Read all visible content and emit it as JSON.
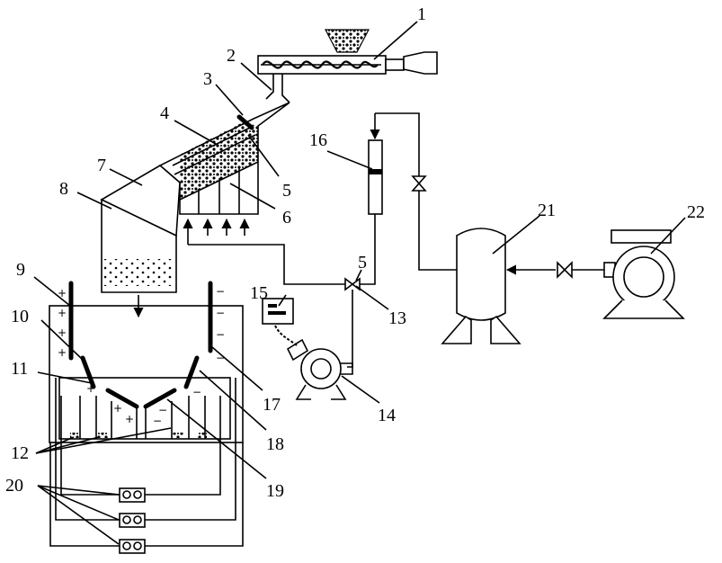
{
  "labels": {
    "l1": "1",
    "l2": "2",
    "l3": "3",
    "l4": "4",
    "l5a": "5",
    "l5b": "5",
    "l6": "6",
    "l7": "7",
    "l8": "8",
    "l9": "9",
    "l10": "10",
    "l11": "11",
    "l12": "12",
    "l13": "13",
    "l14": "14",
    "l15": "15",
    "l16": "16",
    "l17": "17",
    "l18": "18",
    "l19": "19",
    "l20": "20",
    "l21": "21",
    "l22": "22"
  },
  "signs": {
    "plus": "+",
    "minus": "−"
  },
  "colors": {
    "line": "#000000",
    "background": "#ffffff",
    "fill_dark": "#222222"
  }
}
